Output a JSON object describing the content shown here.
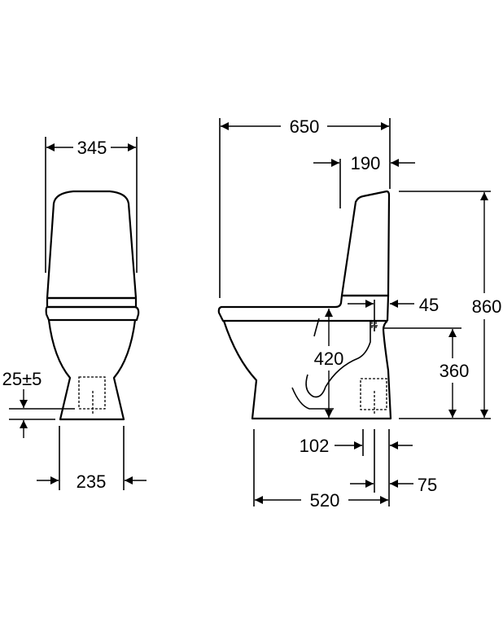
{
  "front_view": {
    "width_top": "345",
    "base_width": "235",
    "outlet_height": "25±5"
  },
  "side_view": {
    "total_depth": "650",
    "tank_depth": "190",
    "tank_offset": "45",
    "total_height": "860",
    "seat_height": "420",
    "outlet_height": "360",
    "outlet_from_wall": "102",
    "outlet_width": "75",
    "base_depth": "520"
  }
}
